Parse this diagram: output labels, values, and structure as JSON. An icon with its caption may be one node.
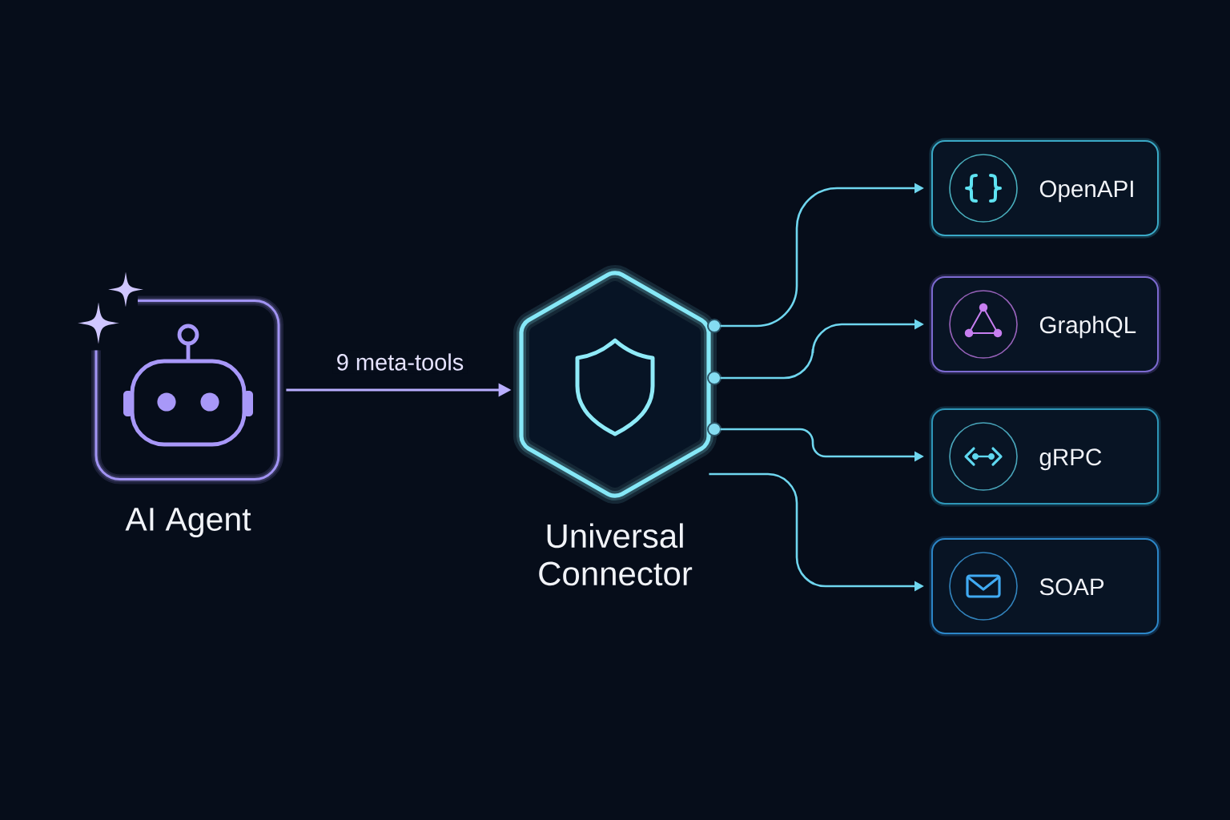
{
  "diagram": {
    "nodes": [
      {
        "text": [
          "AI Agent"
        ]
      },
      {
        "text": [
          "Universal Connector"
        ]
      },
      {
        "text": [
          "OpenAPI"
        ]
      },
      {
        "text": [
          "GraphQL"
        ]
      },
      {
        "text": [
          "gRPC"
        ]
      },
      {
        "text": [
          "SOAP"
        ]
      }
    ],
    "edges": [
      {
        "from": 0,
        "to": 1,
        "arrow": "to",
        "label": "9 meta-tools",
        "color": "#b9aeff"
      },
      {
        "from": 1,
        "to": 2,
        "arrow": "to"
      },
      {
        "from": 1,
        "to": 3,
        "arrow": "to"
      },
      {
        "from": 1,
        "to": 4,
        "arrow": "to"
      },
      {
        "from": 1,
        "to": 5,
        "arrow": "to"
      }
    ]
  }
}
